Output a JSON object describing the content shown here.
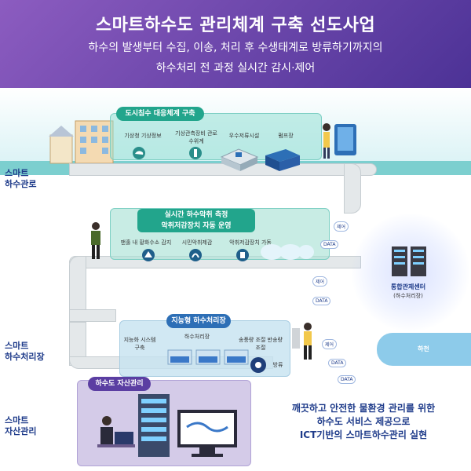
{
  "header": {
    "title": "스마트하수도 관리체계 구축 선도사업",
    "subtitle_line1": "하수의 발생부터 수집, 이송, 처리 후 수생태계로 방류하기까지의",
    "subtitle_line2": "하수처리 전 과정 실시간 감시·제어"
  },
  "side_labels": {
    "sewer": [
      "스마트",
      "하수관로"
    ],
    "treatment": [
      "스마트",
      "하수처리장"
    ],
    "asset": [
      "스마트",
      "자산관리"
    ]
  },
  "panels": {
    "urban_flood": {
      "tag": "도시침수 대응체계 구축",
      "items": [
        "기상청 기상정보",
        "기상관측장비 관로 수위계",
        "우수저류시설",
        "펌프장"
      ]
    },
    "sewage_odor": {
      "tag_line1": "실시간 하수악취 측정",
      "tag_line2": "악취저감장치 자동 운영",
      "items": [
        "맨홀 내 황화수소 감지",
        "시민악취제감",
        "악취저감장치 가동"
      ]
    },
    "smart_plant": {
      "tag": "지능형 하수처리장",
      "items": [
        "지능화 시스템구축",
        "하수처리장",
        "송풍량 조절 반송량 조절"
      ]
    },
    "asset_management": {
      "tag": "하수도 자산관리"
    }
  },
  "center": {
    "title": "통합관제센터",
    "subtitle": "(하수처리장)"
  },
  "connections": [
    "제어",
    "DATA",
    "제어",
    "DATA",
    "제어",
    "DATA",
    "DATA"
  ],
  "discharge_label": "방류",
  "river_label": "하천",
  "bottom_note": [
    "깨끗하고 안전한 물환경 관리를 위한",
    "하수도 서비스 제공으로",
    "ICT기반의 스마트하수관리 실현"
  ],
  "colors": {
    "header_start": "#8c5cc0",
    "header_end": "#4c3296",
    "teal": "#22a58c",
    "blue": "#2d6fb6",
    "purple": "#5b3ea2",
    "navy_text": "#1e3b8a",
    "river": "#8dcbea"
  },
  "icons": [
    "house-icon",
    "cloud-rain-icon",
    "gauge-icon",
    "storage-tank-icon",
    "pump-station-icon",
    "manhole-sensor-icon",
    "odor-icon",
    "odor-reduction-icon",
    "server-icon",
    "worker-icon",
    "treatment-tank-icon",
    "blower-icon",
    "monitor-icon",
    "desk-worker-icon",
    "phone-icon"
  ]
}
